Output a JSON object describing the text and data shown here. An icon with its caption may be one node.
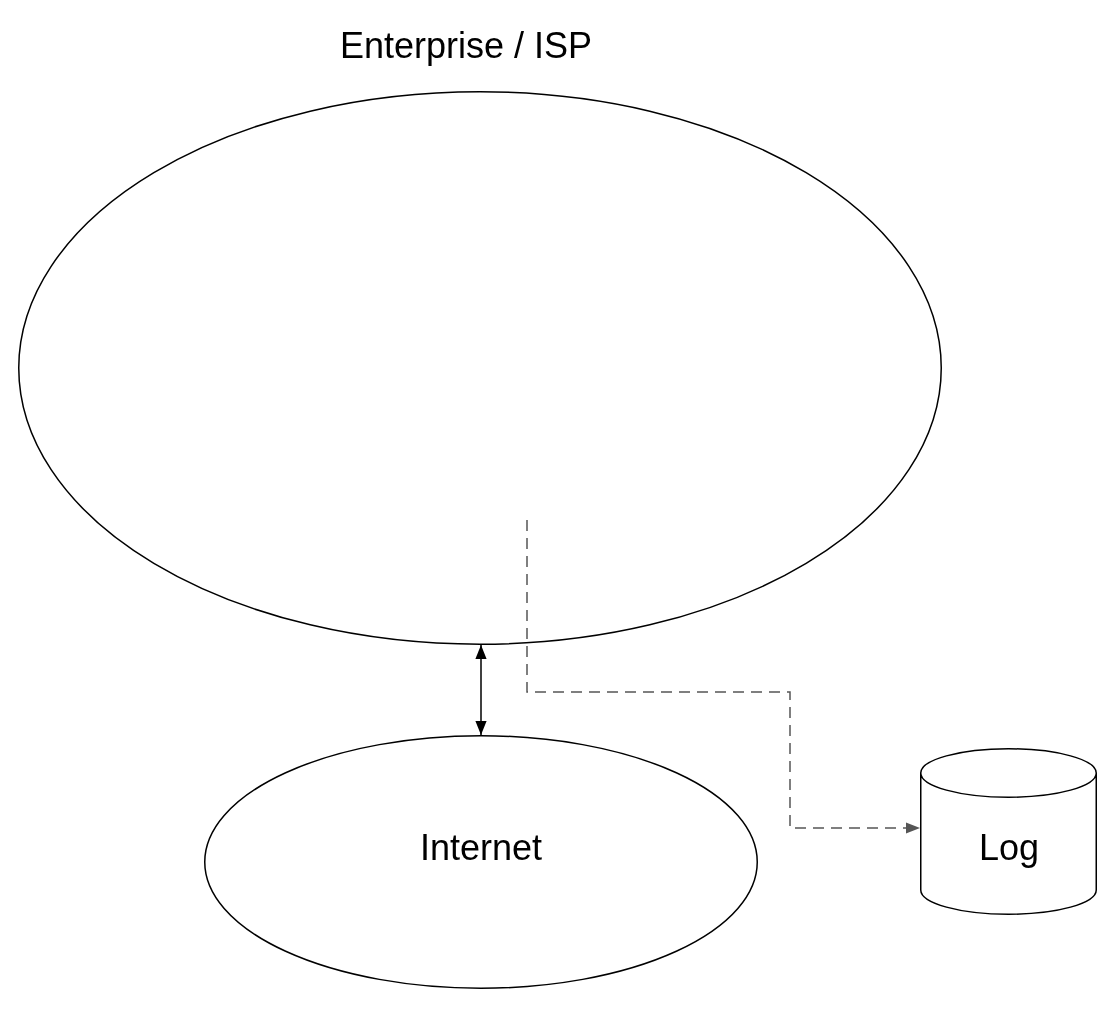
{
  "diagram": {
    "nodes": [
      {
        "text": [
          "Enterprise / ISP"
        ]
      },
      {
        "text": [
          "Internet"
        ]
      },
      {
        "text": [
          "Log"
        ]
      }
    ],
    "edges": [
      {
        "from": 0,
        "to": 1,
        "arrow": "both"
      },
      {
        "from": 0,
        "to": 2,
        "arrow": "to",
        "style": "dashed",
        "color": "#555555"
      }
    ]
  }
}
